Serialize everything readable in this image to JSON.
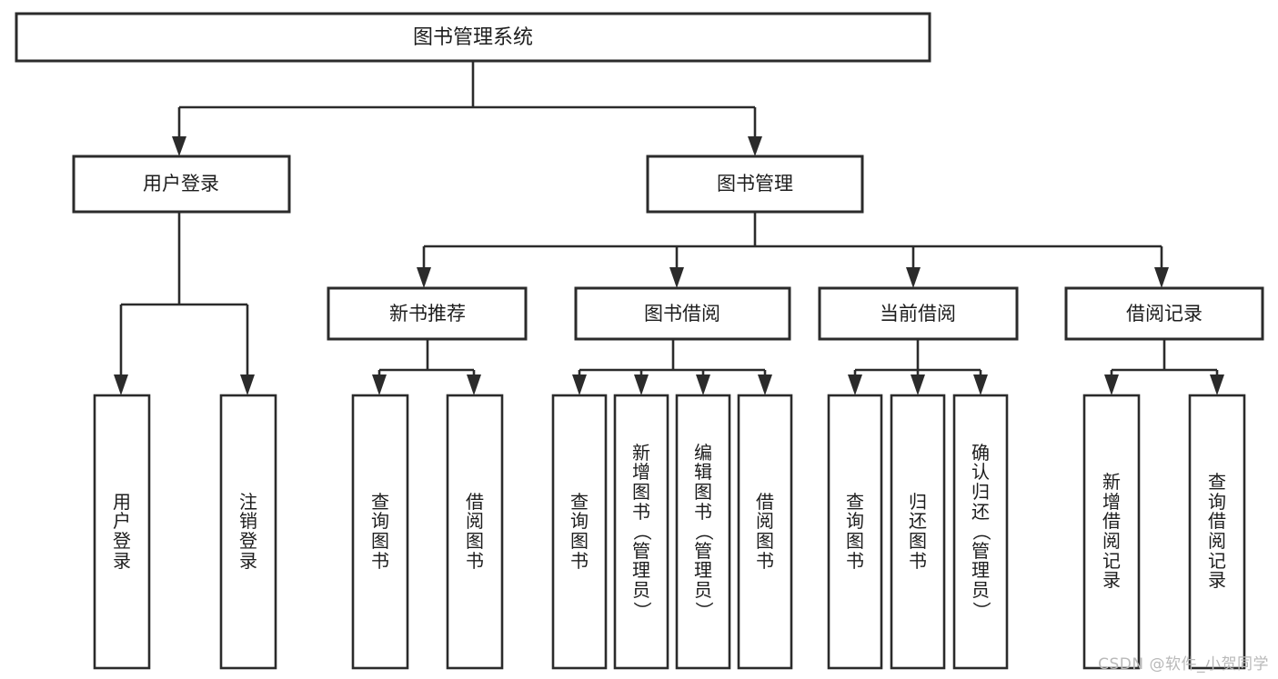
{
  "diagram": {
    "kind": "tree-hierarchy-chart",
    "title": "图书管理系统",
    "watermark": "CSDN @软件_小贺同学",
    "colors": {
      "box_stroke": "#2b2b2b",
      "box_fill": "#ffffff",
      "text": "#1d1d1d",
      "background": "#ffffff",
      "watermark": "#b9b9b9"
    },
    "root": {
      "label": "图书管理系统"
    },
    "level2": [
      {
        "label": "用户登录"
      },
      {
        "label": "图书管理"
      }
    ],
    "level3": [
      {
        "label": "新书推荐"
      },
      {
        "label": "图书借阅"
      },
      {
        "label": "当前借阅"
      },
      {
        "label": "借阅记录"
      }
    ],
    "leaves": {
      "user_login": [
        {
          "label": "用户登录"
        },
        {
          "label": "注销登录"
        }
      ],
      "new_book_rec": [
        {
          "label": "查询图书"
        },
        {
          "label": "借阅图书"
        }
      ],
      "book_borrow": [
        {
          "label": "查询图书"
        },
        {
          "label": "新增图书（管理员）"
        },
        {
          "label": "编辑图书（管理员）"
        },
        {
          "label": "借阅图书"
        }
      ],
      "current_borrow": [
        {
          "label": "查询图书"
        },
        {
          "label": "归还图书"
        },
        {
          "label": "确认归还（管理员）"
        }
      ],
      "borrow_record": [
        {
          "label": "新增借阅记录"
        },
        {
          "label": "查询借阅记录"
        }
      ]
    }
  }
}
